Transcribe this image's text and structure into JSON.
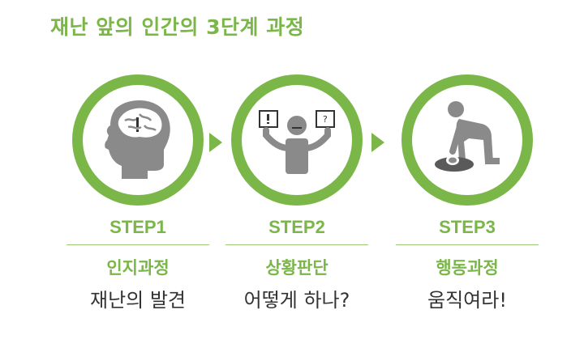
{
  "title": "재난 앞의 인간의 3단계 과정",
  "steps": [
    {
      "label": "STEP1",
      "name": "인지과정",
      "desc": "재난의 발견",
      "icon": "brain-head-icon"
    },
    {
      "label": "STEP2",
      "name": "상황판단",
      "desc": "어떻게 하나?",
      "icon": "person-weighing-options-icon"
    },
    {
      "label": "STEP3",
      "name": "행동과정",
      "desc": "움직여라!",
      "icon": "cpr-person-icon"
    }
  ],
  "colors": {
    "accent": "#7ab648",
    "icon": "#8a8a8a",
    "text": "#333333"
  }
}
